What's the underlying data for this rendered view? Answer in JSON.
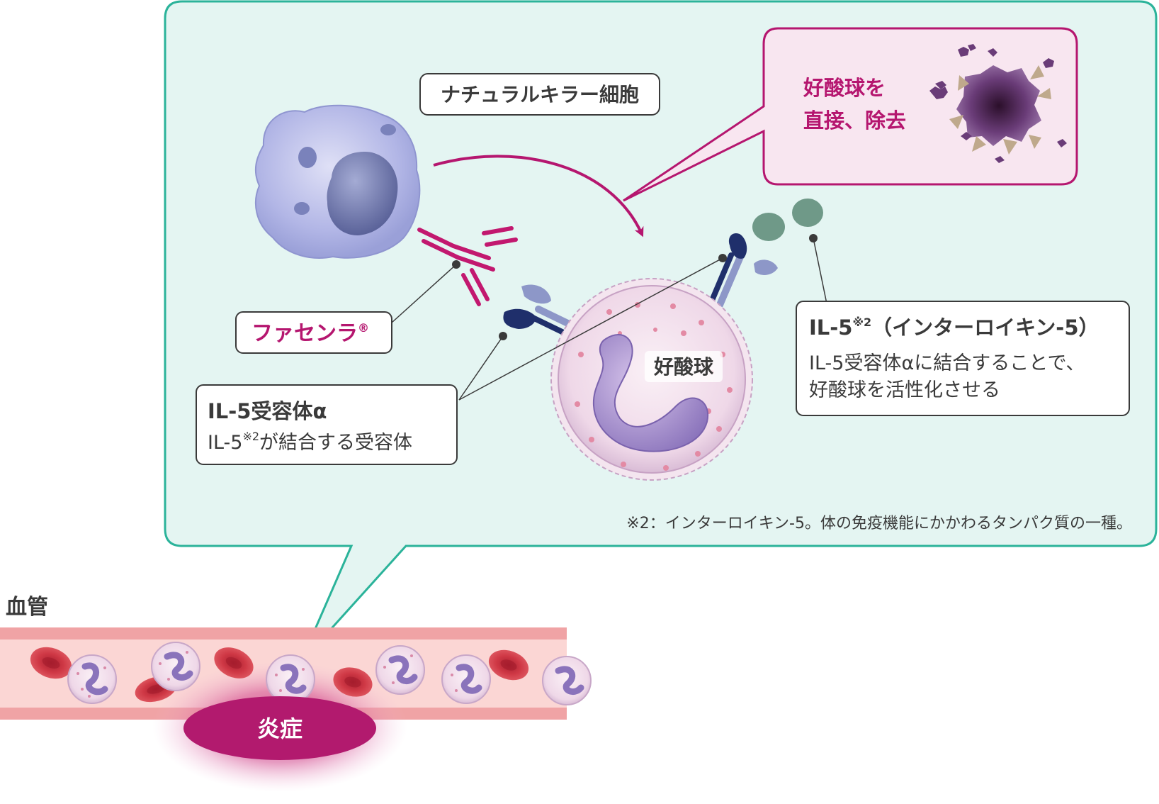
{
  "colors": {
    "panel_border": "#2bb39a",
    "panel_fill": "#e4f5f2",
    "accent_magenta": "#b5166f",
    "text_dark": "#3a3a3a",
    "antibody": "#c2186f",
    "receptor_dark": "#1f2f6b",
    "receptor_light": "#8d97c8",
    "il5_green": "#6f9988",
    "vessel_wall": "#f0a3a5",
    "vessel_inner": "#fbd6d4",
    "inflammation": "#b21a6e",
    "red_cell": "#d63a4a"
  },
  "labels": {
    "nk_cell": "ナチュラルキラー細胞",
    "fasenra": "ファセンラ",
    "fasenra_mark": "®",
    "il5_receptor_title": "IL-5受容体α",
    "il5_receptor_desc_prefix": "IL-5",
    "il5_receptor_desc_sup": "※2",
    "il5_receptor_desc_suffix": "が結合する受容体",
    "eosinophil": "好酸球",
    "il5_title_prefix": "IL-5",
    "il5_title_sup": "※2",
    "il5_title_suffix": "（インターロイキン-5）",
    "il5_desc_line1": "IL-5受容体αに結合することで、",
    "il5_desc_line2": "好酸球を活性化させる",
    "remove_line1": "好酸球を",
    "remove_line2": "直接、除去",
    "footnote": "※2：インターロイキン-5。体の免疫機能にかかわるタンパク質の一種。",
    "blood_vessel": "血管",
    "inflammation": "炎症"
  },
  "icons": [
    "nk-cell-icon",
    "antibody-icon",
    "receptor-icon",
    "il5-molecule-icon",
    "eosinophil-icon",
    "destroyed-cell-icon",
    "red-blood-cell-icon"
  ]
}
